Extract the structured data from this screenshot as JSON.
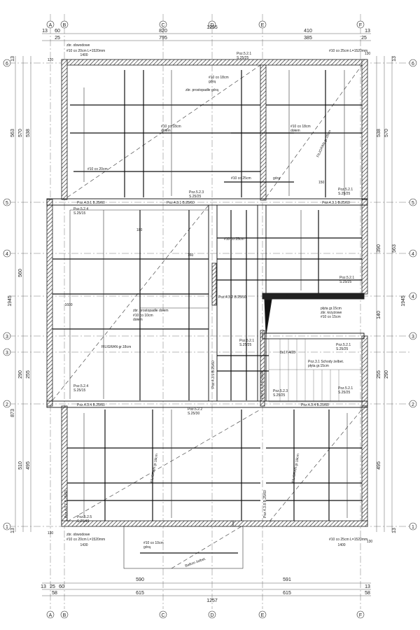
{
  "axes": {
    "vertical": [
      "A",
      "B",
      "C",
      "D",
      "E",
      "F"
    ],
    "horizontal": [
      "6",
      "5",
      "4",
      "4",
      "3",
      "3",
      "2",
      "1"
    ]
  },
  "top_dims": {
    "r1": [
      "13",
      "60",
      "820",
      "410",
      "13"
    ],
    "r2": [
      "1255"
    ],
    "r3": [
      "25",
      "795",
      "385",
      "25"
    ]
  },
  "bottom_dims": {
    "r1": [
      "590",
      "591"
    ],
    "r2": [
      "13",
      "25",
      "60",
      "13"
    ],
    "r3": [
      "58",
      "615",
      "615",
      "58"
    ],
    "r4": [
      "1257"
    ]
  },
  "left_dims": [
    "13",
    "563",
    "570",
    "538",
    "560",
    "1945",
    "290",
    "255",
    "873",
    "510",
    "495",
    "13"
  ],
  "right_dims": [
    "13",
    "570",
    "538",
    "563",
    "390",
    "1945",
    "140",
    "255",
    "290",
    "495",
    "13"
  ],
  "small_dims": [
    "120",
    "130",
    "130",
    "130",
    "1400",
    "1600",
    "1400",
    "1430"
  ],
  "labels": {
    "zbr_obwodowe_top": "zbr. obwodowe",
    "rebar_top_left": "#10 co 20cm  L=1520mm",
    "rebar_top_right": "#10 co 25cm  L=1520mm",
    "poz521_a": "Poz.5.2.1",
    "s2525_a": "S.25/25",
    "rebar_main_top": "#10 co 18cm",
    "gora_a": "górą",
    "zbr_prost_gora": "zbr. prostopadłe górą",
    "rebar_10co18_dolem": "#10 co 18cm",
    "dolem_a": "dołem",
    "filigran_a": "FILIGRAN  gr.18cm",
    "rebar_10co20": "#10 co 20cm",
    "gora_b": "górą",
    "rebar_10co25": "#10 co 25cm",
    "beam_431_a": "Poz.4.3.1  B.25/60",
    "beam_431_b": "Poz.4.3.1  B.25/60",
    "beam_431_c": "Poz.4.3.1  B.25/60",
    "poz524": "Poz.5.2.4",
    "s2515": "S.25/15",
    "poz523": "Poz.5.2.3",
    "s2525_b": "S.25/25",
    "poz521_b": "Poz.5.2.1",
    "s2525_c": "S.25/25",
    "filigran_b": "FILIGRAN  gr.18cm",
    "zbr_prost_dolem": "zbr. prostopadłe dołem",
    "rebar_10co10": "#10 co 10cm",
    "dolem_b": "dołem",
    "beam_432": "Poz.4.3.2  B.25/50",
    "poz521_c": "Poz.5.2.1",
    "s2525_d": "S.25/25",
    "plyta": "płyta gr.15cm",
    "zbr_krzyzowe": "zbr. krzyżowe",
    "rebar_10co15": "#10 co 15cm",
    "poz521_d": "Poz.5.2.1",
    "s2525_e": "S.25/25",
    "poz521_e": "Poz.5.2.1",
    "s2525_f": "S.25/25",
    "schody": "Poz.3.1 Schody żelbet.",
    "plyta2": "płyta gr.15cm",
    "schody_dim": "8x17,4/28",
    "poz523_b": "Poz.5.2.3",
    "s2525_g": "S.25/25",
    "beam_434_a": "Poz.4.3.4  B.25/60",
    "beam_434_b": "Poz.4.3.4  B.25/60",
    "poz522": "Poz.5.2.2",
    "s2530": "S.25/30",
    "poz525": "Poz.5.2.5",
    "s2540": "S.25/40",
    "filigran_c": "FILIGRAN  gr.18cm",
    "filigran_d": "FILIGRAN  gr.18cm",
    "balkon": "Balkon żelbet.",
    "rebar_balkon": "#10 co 10cm",
    "gora_c": "górą",
    "rebar_bot_left": "#10 co 20cm  L=1520mm",
    "rebar_bot_right": "#10 co 25cm  L=1520mm",
    "beam_437": "Poz.4.3.7  B.25/60",
    "beam_438": "Poz.4.3.8  B.25/60",
    "beam_435": "Poz.4.3.5  B.25/60",
    "beam_436": "Poz.4.3.6  B.25/60",
    "zbr_obwodowe_bot": "zbr. obwodowe",
    "d180": "180",
    "d160": "160",
    "d125": "125",
    "d150": "150"
  }
}
